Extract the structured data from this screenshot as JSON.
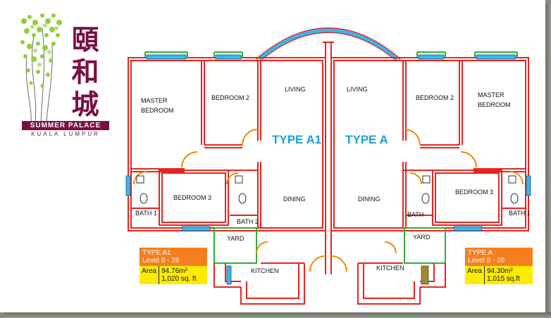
{
  "brand": {
    "chars": [
      "頤",
      "和",
      "城"
    ],
    "name": "SUMMER PALACE",
    "location": "KUALA LUMPUR",
    "accent_color": "#7a1040"
  },
  "plan": {
    "left_type": "TYPE A1",
    "right_type": "TYPE A",
    "rooms": {
      "master_bedroom": "MASTER",
      "master_bedroom_2": "BEDROOM",
      "bedroom_2": "BEDROOM 2",
      "bedroom_3": "BEDROOM 3",
      "living": "LIVING",
      "dining": "DINING",
      "kitchen": "KITCHEN",
      "yard": "YARD",
      "bath_1": "BATH 1",
      "bath_2": "BATH 2",
      "bath": "BATH"
    }
  },
  "info_a1": {
    "type": "TYPE A1",
    "level": "Level 8 - 26",
    "area_label": "Area",
    "area_m2": "94.76m²",
    "area_sqft": "1,020 sq. ft"
  },
  "info_a": {
    "type": "TYPE A",
    "level": "Level 8 - 26",
    "area_label": "Area",
    "area_m2": "94.30m²",
    "area_sqft": "1,015 sq.ft"
  }
}
